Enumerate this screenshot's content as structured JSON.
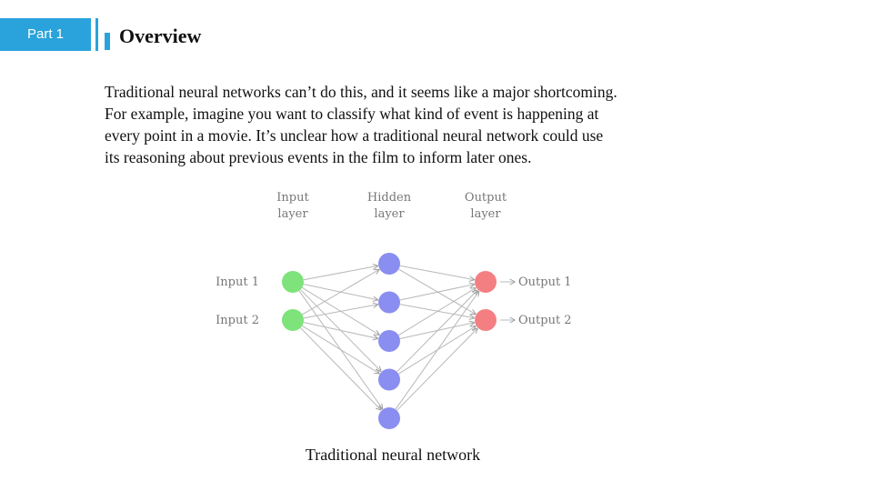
{
  "header": {
    "part_label": "Part 1",
    "title": "Overview"
  },
  "paragraph": {
    "lines": [
      "Traditional neural networks can’t do this, and it seems like a major shortcoming.",
      "For example, imagine you want to classify what kind of event is happening at",
      "every point in a movie. It’s unclear how a traditional neural network could use",
      "its reasoning about previous events in the film to inform later ones."
    ]
  },
  "figure": {
    "layer_labels": {
      "input": [
        "Input",
        "layer"
      ],
      "hidden": [
        "Hidden",
        "layer"
      ],
      "output": [
        "Output",
        "layer"
      ]
    },
    "input_labels": [
      "Input 1",
      "Input 2"
    ],
    "output_labels": [
      "Output 1",
      "Output 2"
    ],
    "hidden_count": 5,
    "colors": {
      "input_node": "#7de37a",
      "hidden_node": "#8a8ef0",
      "output_node": "#f47f82",
      "edge": "#b8b8b8",
      "label": "#777777"
    },
    "caption": "Traditional neural network"
  }
}
